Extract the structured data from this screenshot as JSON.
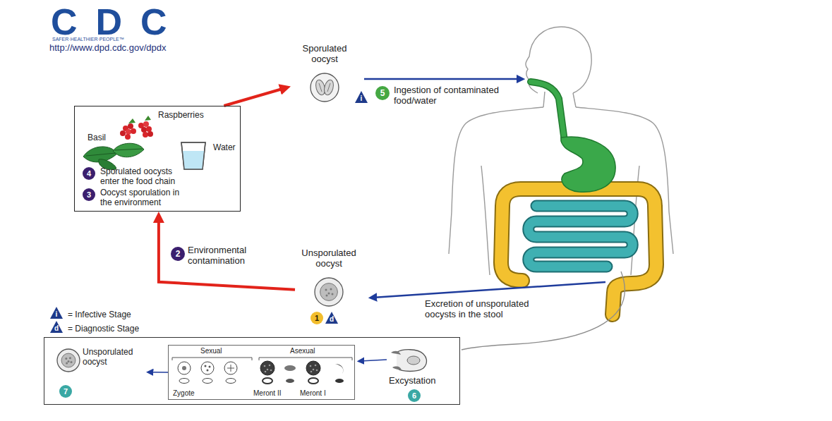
{
  "diagram": {
    "nodes": [
      {
        "text": [
          "Raspberries",
          "Basil",
          "Water",
          "Sporulated oocysts enter the food chain",
          "Oocyst sporulation in the environment"
        ]
      },
      {
        "text": [
          "Sporulated oocyst"
        ]
      },
      {
        "text": [
          "Unsporulated oocyst"
        ]
      },
      {
        "text": [
          "Excystation"
        ]
      },
      {
        "text": [
          "Unsporulated oocyst"
        ],
        "in": 3
      },
      {
        "text": [
          "Sexual",
          "Asexual",
          "Zygote",
          "Meront II",
          "Meront I"
        ],
        "in": 3
      }
    ],
    "edges": [
      {
        "from": 0,
        "to": 1,
        "arrow": "to"
      },
      {
        "from": 2,
        "to": 0,
        "arrow": "to"
      },
      {
        "from": 5,
        "to": 4,
        "arrow": "to"
      }
    ],
    "labels": [
      "CDC",
      "SAFER·HEALTHIER·PEOPLE™",
      "http://www.dpd.cdc.gov/dpdx",
      "i",
      "5",
      "Ingestion of contaminated food/water",
      "4",
      "3",
      "2",
      "Environmental contamination",
      "1",
      "d",
      "Excretion of unsporulated oocysts in the stool",
      "i",
      "d",
      "7",
      "6"
    ],
    "legend": [
      {
        "text": "= Infective Stage"
      },
      {
        "text": "= Diagnostic Stage"
      }
    ]
  }
}
